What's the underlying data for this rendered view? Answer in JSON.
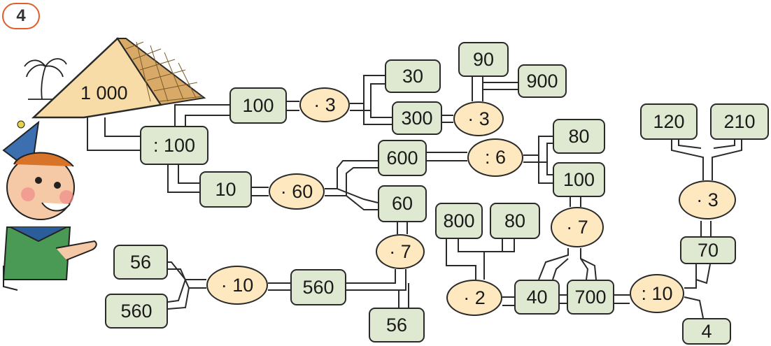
{
  "exercise_number": "4",
  "pyramid_label": "1 000",
  "boxes": {
    "div100": ": 100",
    "n100a": "100",
    "n10": "10",
    "mul3a": "· 3",
    "n30": "30",
    "n300": "300",
    "mul60": "· 60",
    "n90": "90",
    "n900": "900",
    "mul3b": "· 3",
    "n600": "600",
    "div6": ": 6",
    "n80a": "80",
    "n100b": "100",
    "n60": "60",
    "mul7a": "· 7",
    "n800": "800",
    "n80b": "80",
    "mul7b": "· 7",
    "n120": "120",
    "n210": "210",
    "mul3c": "· 3",
    "n70": "70",
    "n56a": "56",
    "n560a": "560",
    "mul10": "· 10",
    "n560b": "560",
    "n56b": "56",
    "mul2": "· 2",
    "n40": "40",
    "n700": "700",
    "div10": ": 10",
    "n4": "4"
  },
  "colors": {
    "box_fill": "#dfe8d0",
    "oval_fill": "#fde8bf",
    "pyramid_fill": "#f7dca8",
    "badge_border": "#e25d2a"
  }
}
